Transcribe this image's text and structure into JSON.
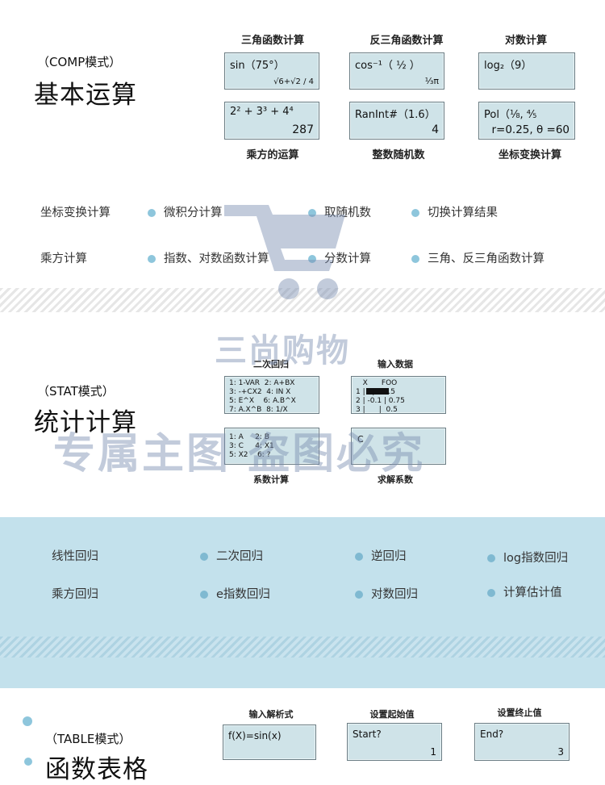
{
  "comp": {
    "mode_label": "（COMP模式）",
    "title": "基本运算",
    "captions_top": [
      "三角函数计算",
      "反三角函数计算",
      "对数计算"
    ],
    "captions_bottom": [
      "乘方的运算",
      "整数随机数",
      "坐标变换计算"
    ],
    "screens": [
      {
        "line1": "sin（75°）",
        "line2": "√6+√2 / 4"
      },
      {
        "line1": "cos⁻¹（ ½ ）",
        "line2": "⅓π"
      },
      {
        "line1": "log₂（9）",
        "line2": ""
      },
      {
        "line1": "2² + 3³ + 4⁴",
        "line2": "287"
      },
      {
        "line1": "RanInt#（1.6）",
        "line2": "4"
      },
      {
        "line1": "Pol（⅛, ⅘",
        "line2": "r=0.25, θ =60"
      }
    ],
    "features_row1": [
      "坐标变换计算",
      "微积分计算",
      "取随机数",
      "切换计算结果"
    ],
    "features_row2": [
      "乘方计算",
      "指数、对数函数计算",
      "分数计算",
      "三角、反三角函数计算"
    ]
  },
  "stat": {
    "mode_label": "（STAT模式）",
    "title": "统计计算",
    "captions_top": [
      "二次回归",
      "输入数据"
    ],
    "captions_bottom": [
      "系数计算",
      "求解系数"
    ],
    "screens": [
      {
        "text": "1: 1-VAR  2: A+BX\n3: -+CX2  4: IN X\n5: E^X    6: A.B^X\n7: A.X^B  8: 1/X"
      },
      {
        "text": "   X      FOO\n1 |   |    1.5\n2 | -0.1 | 0.75\n3 |      |  0.5"
      },
      {
        "text": "1: A     2: B\n3: C     4: X1\n5: X2    6: ?"
      },
      {
        "text": "C"
      }
    ],
    "features_row1": [
      "线性回归",
      "二次回归",
      "逆回归",
      "log指数回归"
    ],
    "features_row2": [
      "乘方回归",
      "e指数回归",
      "对数回归",
      "计算估计值"
    ]
  },
  "table": {
    "mode_label": "（TABLE模式）",
    "title": "函数表格",
    "captions": [
      "输入解析式",
      "设置起始值",
      "设置终止值"
    ],
    "screens": [
      {
        "line1": "f(X)=sin(x)",
        "line2": ""
      },
      {
        "line1": "Start?",
        "line2": "1"
      },
      {
        "line1": "End?",
        "line2": "3"
      }
    ]
  },
  "watermark": {
    "brand": "三尚购物",
    "notice": "专属主图  盗图必究"
  },
  "colors": {
    "band": "#c3e1ec",
    "dot": "#8ec6dc",
    "screen_bg": "#cfe3e8"
  }
}
